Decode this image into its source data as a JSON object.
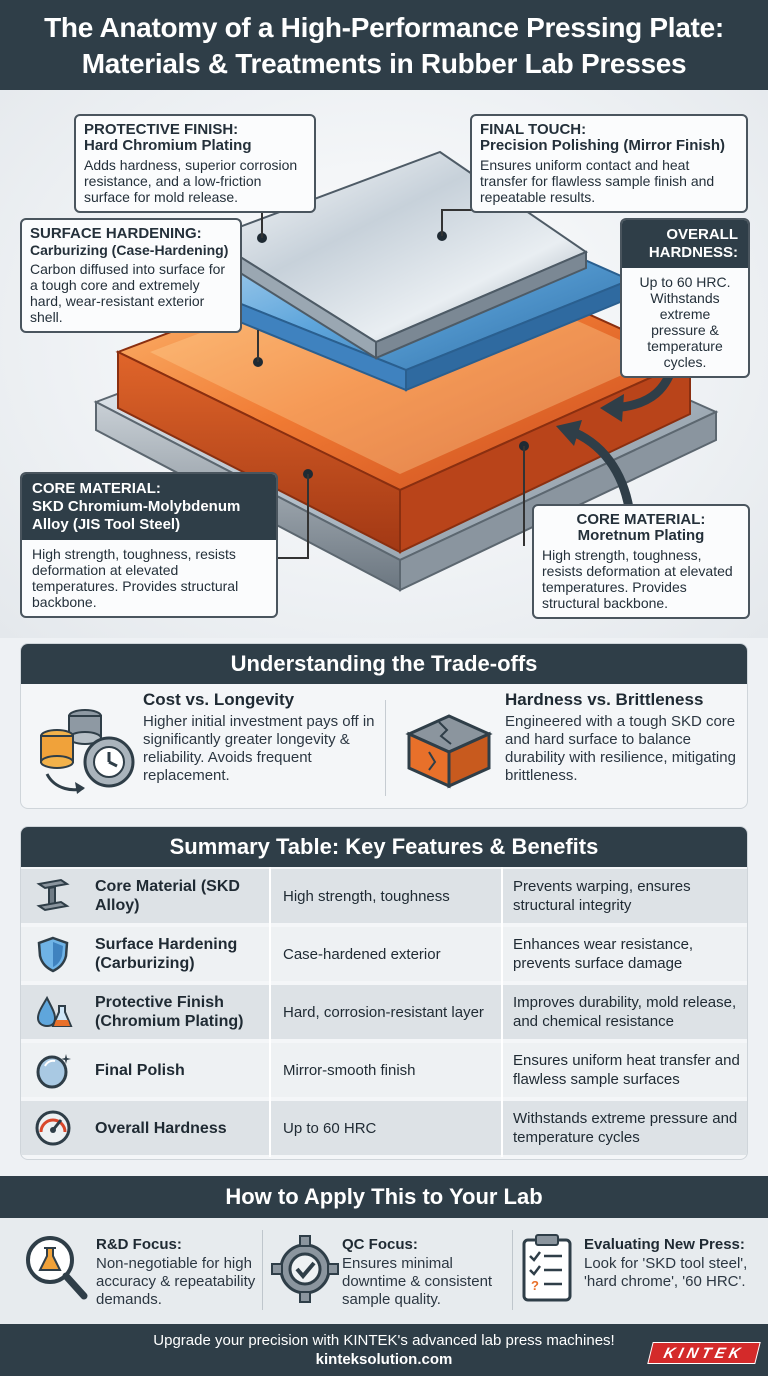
{
  "header": {
    "title_line1": "The Anatomy of a High-Performance Pressing Plate:",
    "title_line2": "Materials & Treatments in Rubber Lab Presses"
  },
  "callouts": {
    "protective": {
      "label": "PROTECTIVE FINISH:",
      "sub": "Hard Chromium Plating",
      "desc": "Adds hardness, superior corrosion resistance, and a low-friction surface for mold release."
    },
    "final": {
      "label": "FINAL TOUCH:",
      "sub": "Precision Polishing (Mirror Finish)",
      "desc": "Ensures uniform contact and heat transfer for flawless sample finish and repeatable results."
    },
    "surface": {
      "label": "SURFACE HARDENING:",
      "sub": "Carburizing (Case-Hardening)",
      "desc": "Carbon diffused into surface for a tough core and extremely hard, wear-resistant exterior shell."
    },
    "overall": {
      "label_line1": "OVERALL",
      "label_line2": "HARDNESS:",
      "desc": "Up to 60 HRC. Withstands extreme pressure & temperature cycles."
    },
    "core_left": {
      "label": "CORE MATERIAL:",
      "sub": "SKD Chromium-Molybdenum Alloy (JIS Tool Steel)",
      "desc": "High strength, toughness, resists deformation at elevated temperatures. Provides structural backbone."
    },
    "core_right": {
      "label": "CORE MATERIAL:",
      "sub": "Moretnum Plating",
      "desc": "High strength, toughness, resists deformation at elevated temperatures. Provides structural backbone."
    }
  },
  "tradeoffs": {
    "title": "Understanding the Trade-offs",
    "items": [
      {
        "heading": "Cost vs. Longevity",
        "text": "Higher initial investment pays off in significantly greater longevity & reliability. Avoids frequent replacement."
      },
      {
        "heading": "Hardness vs. Brittleness",
        "text": "Engineered with a tough SKD core and hard surface to balance durability with resilience, mitigating brittleness."
      }
    ]
  },
  "summary": {
    "title": "Summary Table: Key Features & Benefits",
    "rows": [
      {
        "feature": "Core Material (SKD Alloy)",
        "property": "High strength, toughness",
        "benefit": "Prevents warping, ensures structural integrity"
      },
      {
        "feature": "Surface Hardening (Carburizing)",
        "property": "Case-hardened exterior",
        "benefit": "Enhances wear resistance, prevents surface damage"
      },
      {
        "feature": "Protective Finish (Chromium Plating)",
        "property": "Hard, corrosion-resistant layer",
        "benefit": "Improves durability, mold release, and chemical resistance"
      },
      {
        "feature": "Final Polish",
        "property": "Mirror-smooth finish",
        "benefit": "Ensures uniform heat transfer and flawless sample surfaces"
      },
      {
        "feature": "Overall Hardness",
        "property": "Up to 60 HRC",
        "benefit": "Withstands extreme pressure and temperature cycles"
      }
    ]
  },
  "apply": {
    "title": "How to Apply This to Your Lab",
    "items": [
      {
        "heading": "R&D Focus:",
        "text": "Non-negotiable for high accuracy & repeatability demands."
      },
      {
        "heading": "QC Focus:",
        "text": "Ensures minimal downtime & consistent sample quality."
      },
      {
        "heading": "Evaluating New Press:",
        "text": "Look for 'SKD tool steel', 'hard chrome', '60 HRC'."
      }
    ]
  },
  "footer": {
    "line1": "Upgrade your precision with KINTEK's advanced lab press machines!",
    "line2": "kinteksolution.com",
    "logo": "KINTEK"
  },
  "colors": {
    "header_bg": "#2f3e48",
    "accent_orange": "#e8702a",
    "logo_red": "#d42a2a"
  }
}
